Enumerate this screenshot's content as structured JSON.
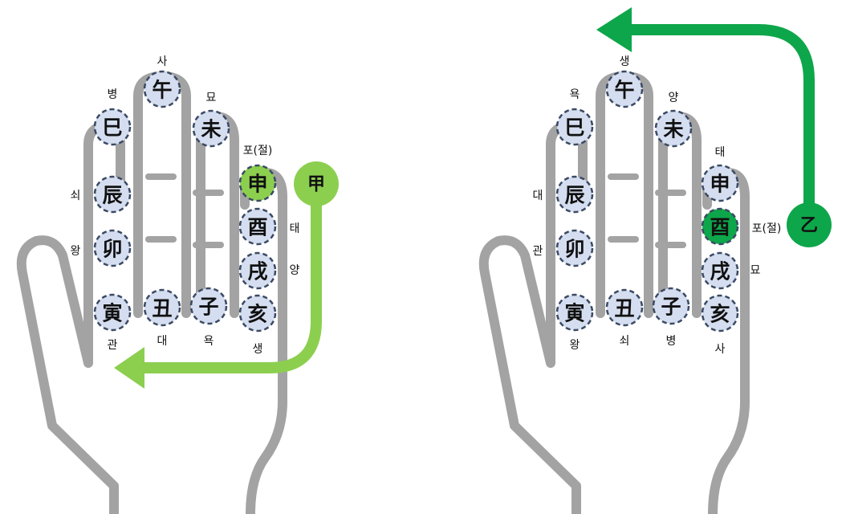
{
  "colors": {
    "hand_outline": "#a3a3a3",
    "node_fill": "#d5def0",
    "node_stroke": "#3b4a63",
    "arrow_left_panel": "#8ccf4f",
    "arrow_right_panel": "#0ea64a"
  },
  "left": {
    "start": "甲",
    "nodes": {
      "si": "巳",
      "o": "午",
      "mi": "未",
      "jin": "辰",
      "myo": "卯",
      "in": "寅",
      "chuk": "丑",
      "ja": "子",
      "sin": "申",
      "yu": "酉",
      "sul": "戌",
      "hae": "亥"
    },
    "labels": {
      "sa": "사",
      "byeong": "병",
      "myo": "묘",
      "pyo": "포(절)",
      "soe": "쇠",
      "wang": "왕",
      "tae": "태",
      "yang": "양",
      "gwan": "관",
      "dae": "대",
      "yok": "욕",
      "saeng": "생"
    }
  },
  "right": {
    "start": "乙",
    "nodes": {
      "si": "巳",
      "o": "午",
      "mi": "未",
      "jin": "辰",
      "myo": "卯",
      "in": "寅",
      "chuk": "丑",
      "ja": "子",
      "sin": "申",
      "yu": "酉",
      "sul": "戌",
      "hae": "亥"
    },
    "labels": {
      "saeng": "생",
      "yok": "욕",
      "yang": "양",
      "tae": "태",
      "dae": "대",
      "gwan": "관",
      "pyo": "포(절)",
      "myo": "묘",
      "wang": "왕",
      "soe": "쇠",
      "byeong": "병",
      "sa": "사"
    }
  }
}
